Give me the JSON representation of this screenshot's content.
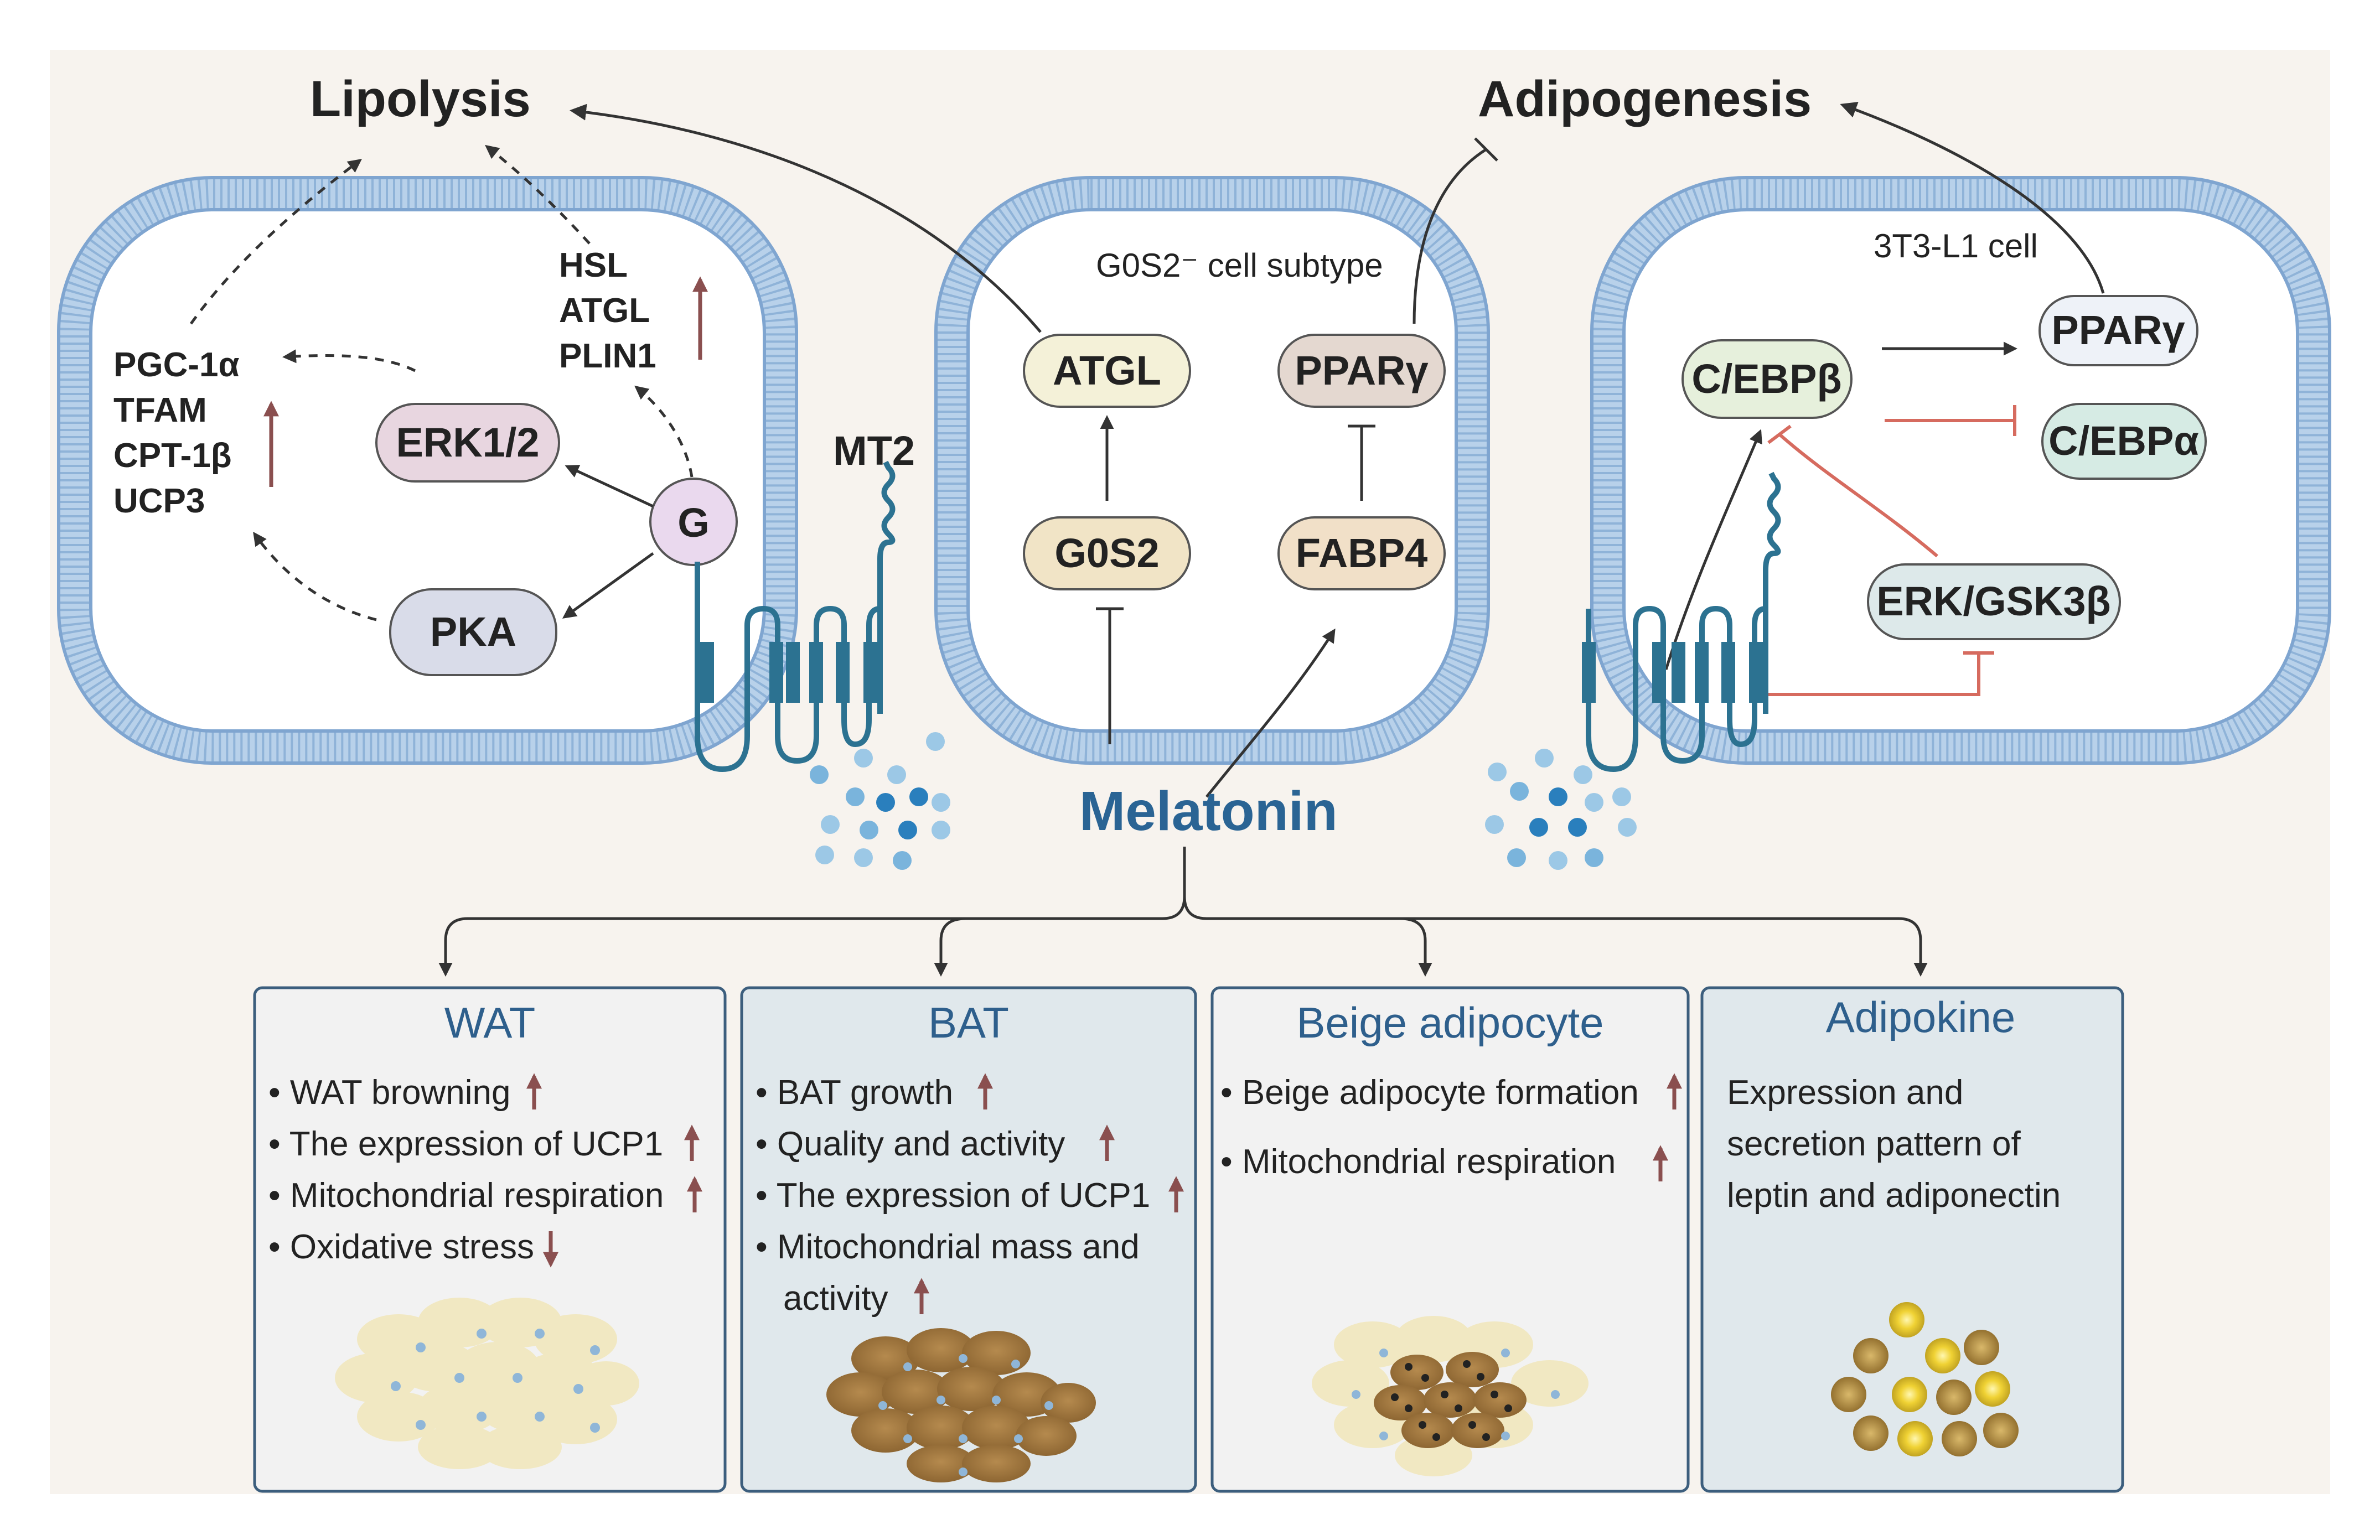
{
  "top": {
    "lipolysis": "Lipolysis",
    "adipogenesis": "Adipogenesis",
    "melatonin": "Melatonin",
    "mt2": "MT2"
  },
  "left_cell": {
    "genes_left": [
      "PGC-1α",
      "TFAM",
      "CPT-1β",
      "UCP3"
    ],
    "genes_right": [
      "HSL",
      "ATGL",
      "PLIN1"
    ],
    "erk": "ERK1/2",
    "pka": "PKA",
    "g": "G"
  },
  "middle_cell": {
    "label": "G0S2⁻ cell subtype",
    "atgl": "ATGL",
    "g0s2": "G0S2",
    "ppar": "PPARγ",
    "fabp4": "FABP4"
  },
  "right_cell": {
    "label": "3T3-L1 cell",
    "cebpb": "C/EBPβ",
    "ppar": "PPARγ",
    "cebpa": "C/EBPα",
    "erk_gsk": "ERK/GSK3β"
  },
  "panels": [
    {
      "title": "WAT",
      "bullets": [
        "• WAT browning",
        "• The expression of UCP1",
        "• Mitochondrial respiration",
        "• Oxidative stress"
      ],
      "arrows": [
        "up",
        "up",
        "up",
        "down"
      ]
    },
    {
      "title": "BAT",
      "bullets": [
        "• BAT growth",
        "• Quality and activity",
        "• The expression of UCP1",
        "• Mitochondrial mass and",
        "activity"
      ],
      "arrows": [
        "up",
        "up",
        "up",
        "none",
        "up"
      ]
    },
    {
      "title": "Beige adipocyte",
      "bullets": [
        "• Beige adipocyte formation",
        "• Mitochondrial respiration"
      ],
      "arrows": [
        "up",
        "up"
      ]
    },
    {
      "title": "Adipokine",
      "bullets": [
        "Expression and",
        "secretion pattern of",
        "leptin and adiponectin"
      ],
      "arrows": [
        "none",
        "none",
        "none"
      ]
    }
  ],
  "colors": {
    "background": "#f7f3ee",
    "membrane": "#b8d1ea",
    "pill_erk": "#e8d6e0",
    "pill_pka": "#d9dce9",
    "pill_g": "#ead9ee",
    "pill_atgl": "#f4f1d8",
    "pill_g0s2": "#f1e4c6",
    "pill_ppar_mid": "#e4d8d0",
    "pill_fabp4": "#f1e0c8",
    "pill_cebpb": "#e6f0dc",
    "pill_ppar_right": "#eef2f8",
    "pill_cebpa": "#d6ebe4",
    "pill_erk_gsk": "#dde9ea",
    "panel_light": "#f2f2f2",
    "panel_dark": "#e0e8ec",
    "up_arrow": "#8a4f4f",
    "inhibit_red": "#d66b5f"
  }
}
